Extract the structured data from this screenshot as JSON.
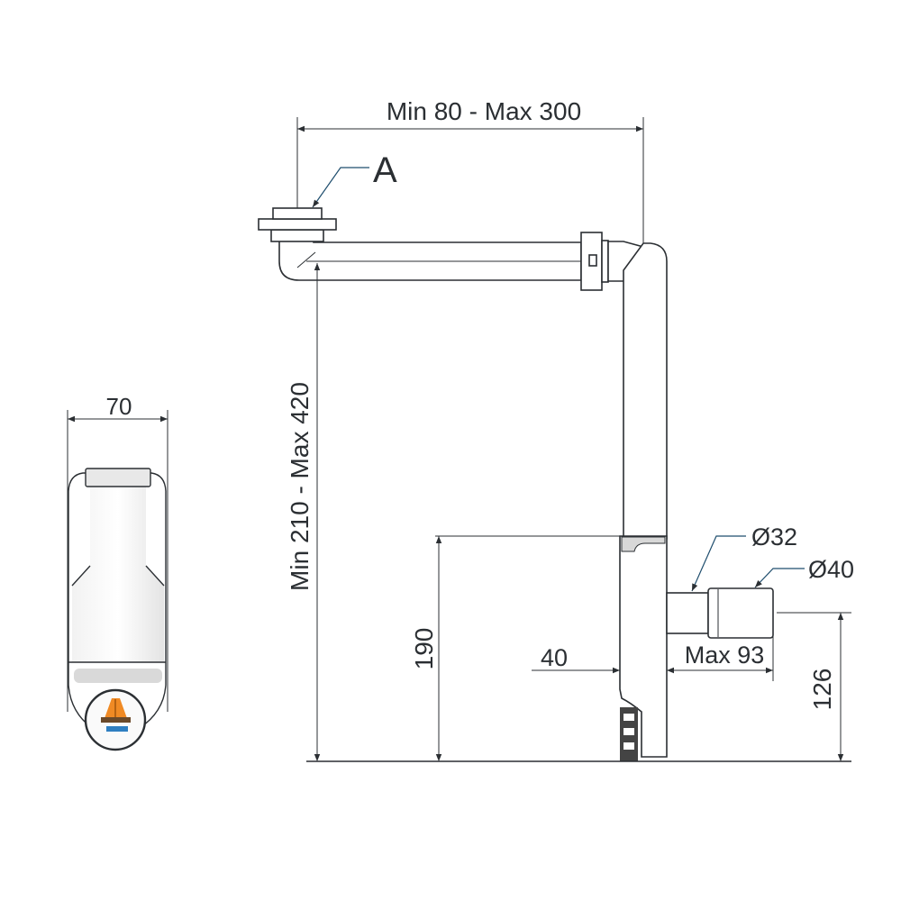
{
  "title": "Bottle trap technical drawing",
  "dimensions": {
    "horizontal_reach": "Min 80 - Max 300",
    "vertical_reach": "Min 210 - Max 420",
    "trap_height": "190",
    "outlet_height": "126",
    "wall_offset": "40",
    "outlet_max_length": "Max 93",
    "side_width": "70",
    "outlet_inner_diameter": "Ø32",
    "outlet_outer_diameter": "Ø40"
  },
  "callouts": {
    "connection": "A"
  },
  "colors": {
    "line": "#2b2f33",
    "leader": "#1f4e6e",
    "logo_orange": "#f08a24",
    "logo_blue": "#2f7fc1"
  }
}
